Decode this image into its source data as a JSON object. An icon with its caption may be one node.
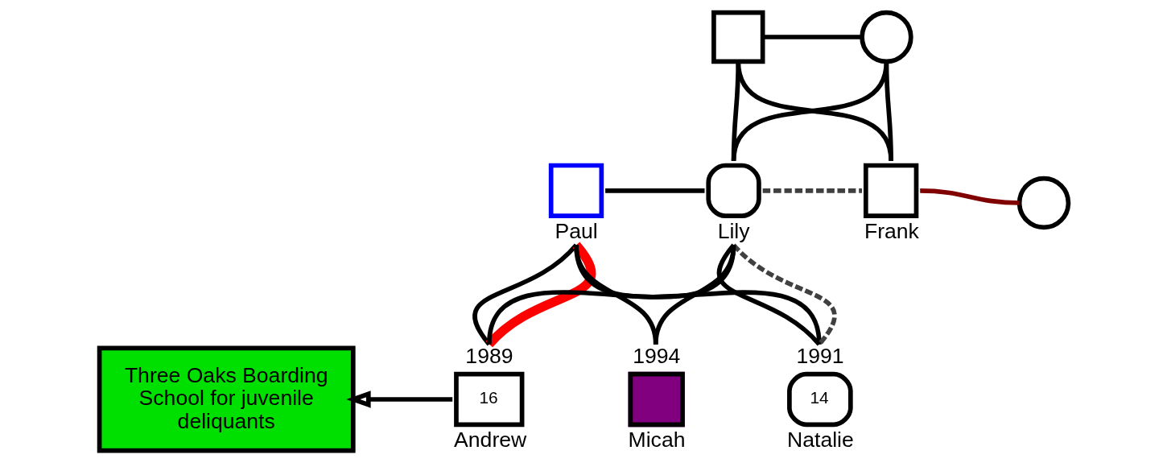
{
  "diagram": {
    "nodes": [
      {
        "text": [],
        "shape": "box"
      },
      {
        "text": [],
        "shape": "circle"
      },
      {
        "text": [],
        "shape": "box",
        "beside": [
          "Paul"
        ]
      },
      {
        "text": [],
        "shape": "circle",
        "beside": [
          "Lily"
        ]
      },
      {
        "text": [],
        "shape": "box",
        "beside": [
          "Frank"
        ]
      },
      {
        "text": [],
        "shape": "circle"
      },
      {
        "text": [
          "Three Oaks Boarding School for juvenile deliquants"
        ]
      },
      {
        "text": [
          "16"
        ],
        "beside": [
          "1989",
          "Andrew"
        ]
      },
      {
        "text": [
          "14"
        ],
        "beside": [
          "1991",
          "Natalie"
        ]
      },
      {
        "text": [],
        "shape": "box",
        "beside": [
          "1994",
          "Micah"
        ]
      }
    ],
    "edges": [
      {
        "from": 0,
        "to": 1,
        "arrow": "none"
      },
      {
        "from": 0,
        "to": 3,
        "arrow": "none"
      },
      {
        "from": 0,
        "to": 4,
        "arrow": "none"
      },
      {
        "from": 1,
        "to": 3,
        "arrow": "none"
      },
      {
        "from": 1,
        "to": 4,
        "arrow": "none"
      },
      {
        "from": 3,
        "to": 4,
        "arrow": "none",
        "style": "dashed",
        "color": "#404040"
      },
      {
        "from": 4,
        "to": 5,
        "arrow": "none",
        "color": "#800000"
      },
      {
        "from": 2,
        "to": 3,
        "arrow": "none"
      },
      {
        "from": 2,
        "to": 7,
        "arrow": "none"
      },
      {
        "from": 2,
        "to": 8,
        "arrow": "none"
      },
      {
        "from": 2,
        "to": 9,
        "arrow": "none"
      },
      {
        "from": 3,
        "to": 7,
        "arrow": "none"
      },
      {
        "from": 3,
        "to": 8,
        "arrow": "none"
      },
      {
        "from": 3,
        "to": 9,
        "arrow": "none"
      },
      {
        "from": 2,
        "to": 7,
        "arrow": "none",
        "style": "thick",
        "color": "#ff0000"
      },
      {
        "from": 3,
        "to": 8,
        "arrow": "none",
        "style": "dashed",
        "color": "#404040"
      },
      {
        "from": 7,
        "to": 6,
        "arrow": "to"
      }
    ]
  }
}
